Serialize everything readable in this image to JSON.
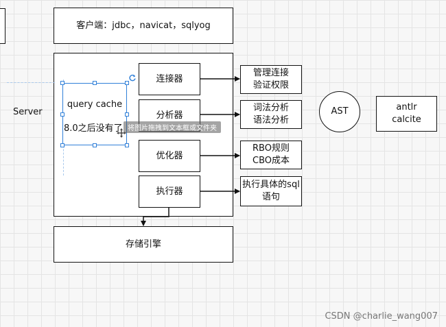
{
  "client_box": {
    "label": "客户端：jdbc，navicat，sqlyog"
  },
  "server_label": "Server",
  "cache": {
    "line1": "query cache",
    "line2": "8.0之后没有了",
    "tooltip": "将图片拖拽到文本框或文件夹"
  },
  "components": [
    {
      "name": "连接器",
      "desc": "管理连接\n验证权限"
    },
    {
      "name": "分析器",
      "desc": "词法分析\n语法分析"
    },
    {
      "name": "优化器",
      "desc": "RBO规则\nCBO成本"
    },
    {
      "name": "执行器",
      "desc": "执行具体的sql\n语句"
    }
  ],
  "storage_label": "存储引擎",
  "ast_label": "AST",
  "parser_tools": "antlr\ncalcite",
  "watermark": "CSDN @charlie_wang007",
  "colors": {
    "selection": "#2f7fd8",
    "line": "#111111"
  },
  "icons": {
    "rotate": "rotate-icon",
    "move": "move-icon"
  }
}
